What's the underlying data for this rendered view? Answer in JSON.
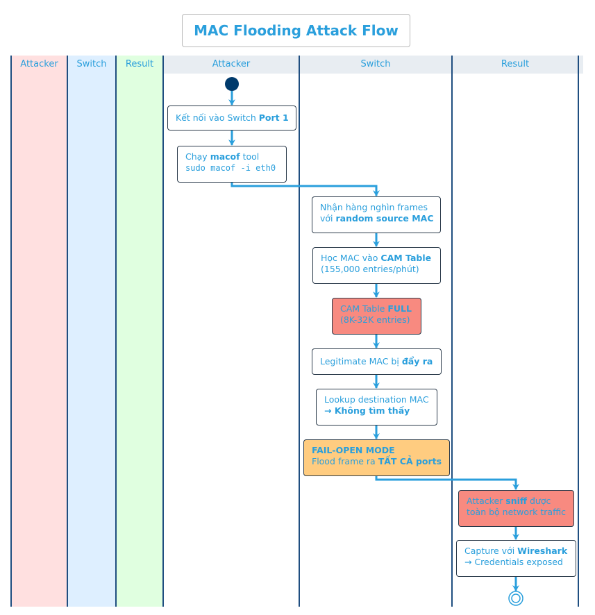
{
  "title": "MAC Flooding Attack Flow",
  "lanes_left": [
    "Attacker",
    "Switch",
    "Result"
  ],
  "lanes_right": [
    "Attacker",
    "Switch",
    "Result"
  ],
  "nodes": {
    "connect": {
      "pre": "Kết nối vào Switch ",
      "bold": "Port 1"
    },
    "run_tool": {
      "pre": "Chạy ",
      "bold": "macof",
      "post": " tool",
      "code": "sudo macof -i eth0"
    },
    "receive": {
      "line1": "Nhận hàng nghìn frames",
      "pre": "với ",
      "bold": "random source MAC"
    },
    "learn": {
      "pre": "Học MAC vào ",
      "bold": "CAM Table",
      "line2": "(155,000 entries/phút)"
    },
    "full": {
      "pre": "CAM Table ",
      "bold": "FULL",
      "line2": "(8K-32K entries)"
    },
    "evict": {
      "pre": "Legitimate MAC bị ",
      "bold": "đẩy ra"
    },
    "lookup": {
      "line1": "Lookup destination MAC",
      "bold": "→ Không tìm thấy"
    },
    "failopen": {
      "bold": "FAIL-OPEN MODE",
      "pre": "Flood frame ra ",
      "bold2": "TẤT CẢ ports"
    },
    "sniff": {
      "pre": "Attacker ",
      "bold": "sniff",
      "post": " được",
      "line2": "toàn bộ network traffic"
    },
    "capture": {
      "pre": "Capture với ",
      "bold": "Wireshark",
      "line2": "→ Credentials exposed"
    }
  },
  "colors": {
    "arrow": "#2a9fdc",
    "lane_line": "#1f4e80",
    "start": "#003a6c",
    "attacker_bg": "#ffe0e0",
    "switch_bg": "#deefff",
    "result_bg": "#e0ffe0",
    "red": "#f88a80",
    "orange": "#ffcc80"
  }
}
